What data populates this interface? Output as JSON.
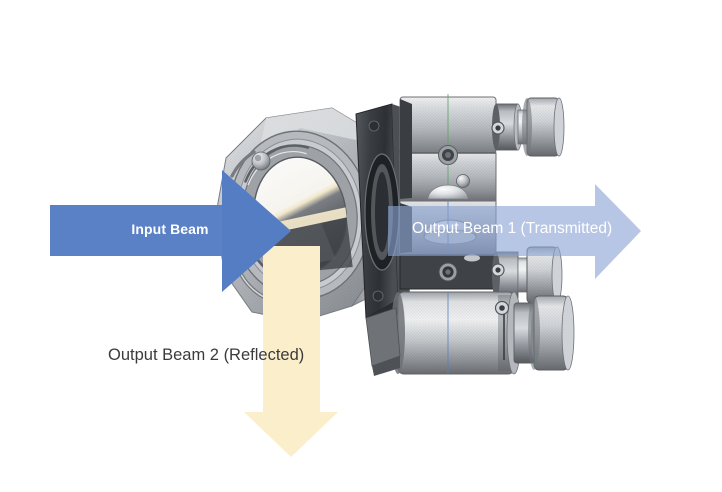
{
  "figure": {
    "kind": "optical-beamsplitter-mount-diagram",
    "background_color": "#ffffff",
    "subject": "Beamsplitter in kinematic optical mount with two micrometer actuators"
  },
  "annotations": {
    "input_beam": {
      "label": "Input Beam",
      "color": "#5a80c6",
      "text_color": "#ffffff",
      "direction": "right",
      "bold": true
    },
    "output_beam_1": {
      "label": "Output Beam 1 (Transmitted)",
      "color": "#b4c3e3",
      "text_color": "#ffffff",
      "direction": "right",
      "bold": false
    },
    "output_beam_2": {
      "label": "Output Beam 2 (Reflected)",
      "color": "#fbeecb",
      "text_color": "#3b3b3b",
      "direction": "down",
      "bold": false
    }
  },
  "hardware": {
    "body_colors": {
      "light_metal": "#d2d4d7",
      "mid_metal": "#a9acb0",
      "dark_metal": "#6c6f73",
      "very_dark": "#35383c",
      "flange_dark": "#3d4043",
      "highlight": "#f2f3f4",
      "axis_line_blue": "#5b7fbf",
      "axis_line_green": "#5fa36a"
    },
    "parts": [
      {
        "name": "mirror-mount-front-ring",
        "desc": "Angled front ring with circular aperture"
      },
      {
        "name": "beamsplitter-optic",
        "desc": "Optic visible through aperture"
      },
      {
        "name": "mounting-flange-plate",
        "desc": "Dark vertical mounting flange"
      },
      {
        "name": "upper-adjuster-block",
        "desc": "Upper actuator block"
      },
      {
        "name": "upper-micrometer-actuator",
        "desc": "Upper cylindrical micrometer with knob"
      },
      {
        "name": "lower-adjuster-block",
        "desc": "Lower actuator block"
      },
      {
        "name": "lower-micrometer-actuator",
        "desc": "Lower cylindrical micrometer with knob"
      },
      {
        "name": "secondary-micrometer-actuator",
        "desc": "Second lower micrometer with knob"
      }
    ]
  }
}
